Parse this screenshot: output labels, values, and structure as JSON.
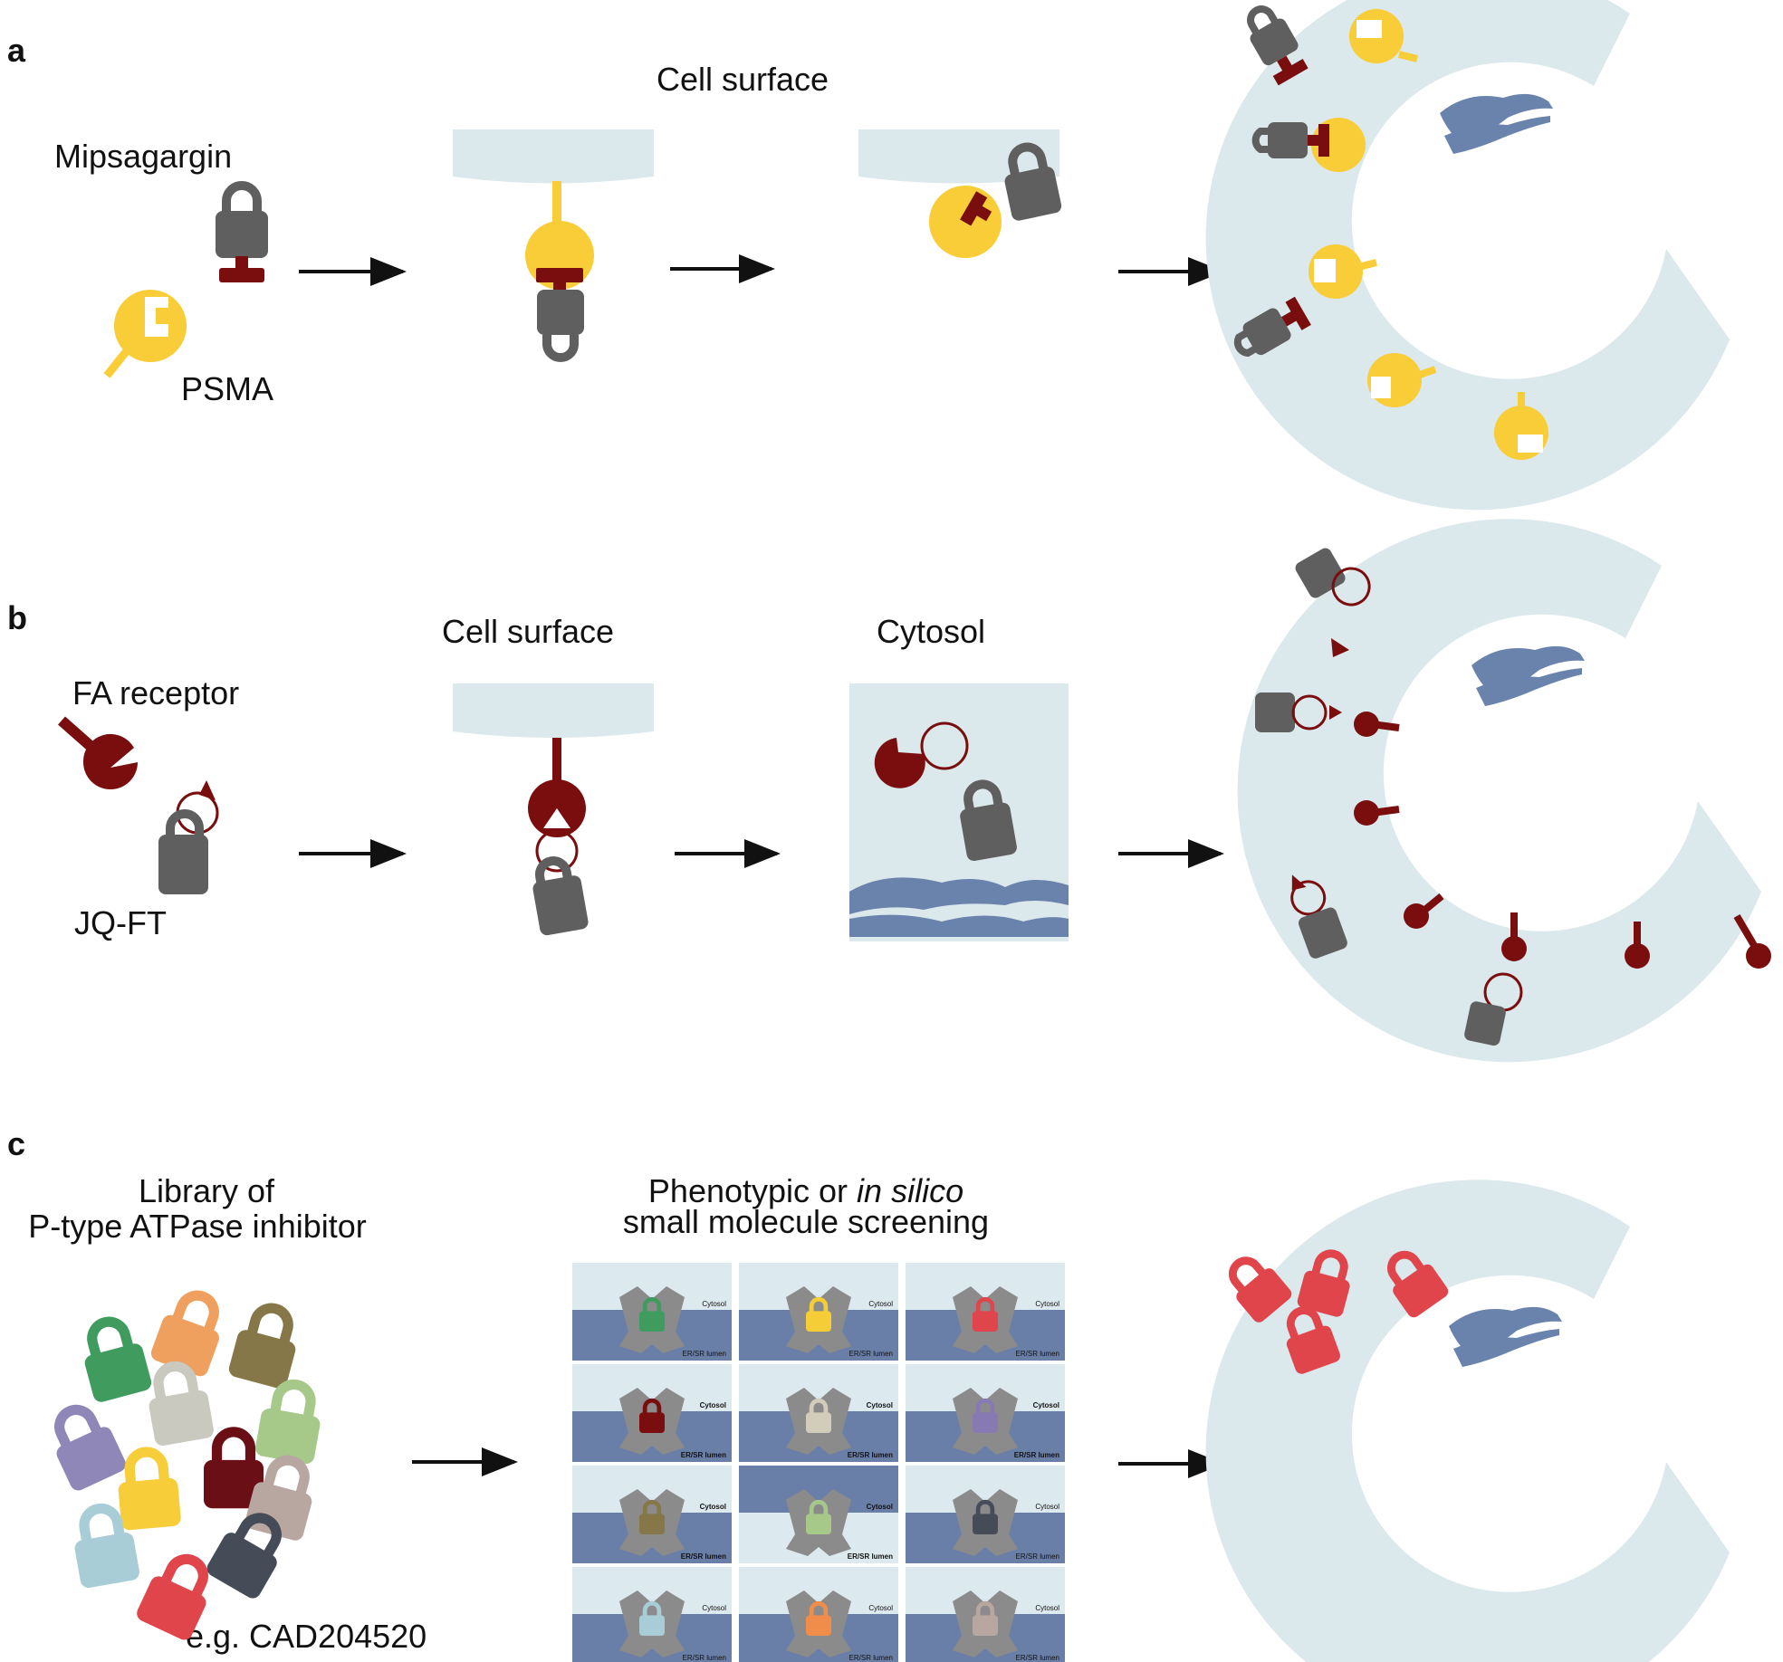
{
  "colors": {
    "lock_gray": "#5f5f5f",
    "psma_yellow": "#f9cd37",
    "mipsa_red": "#7a0e0e",
    "cell_pale": "#dbe8ec",
    "er_blue": "#6a83ad",
    "screen_bg": "#dce9ee",
    "screen_band": "#6a7fa8",
    "atpase_gray": "#8b8b8b"
  },
  "panel_a": {
    "letter": "a",
    "title": "Cell surface",
    "label_mipsagargin": "Mipsagargin",
    "label_psma": "PSMA"
  },
  "panel_b": {
    "letter": "b",
    "title_surface": "Cell surface",
    "title_cytosol": "Cytosol",
    "label_fa": "FA receptor",
    "label_jqft": "JQ-FT"
  },
  "panel_c": {
    "letter": "c",
    "library_line1": "Library of",
    "library_line2": "P-type ATPase inhibitor",
    "screen_line1_a": "Phenotypic or ",
    "screen_line1_b": "in silico",
    "screen_line2": "small molecule screening",
    "example": "e.g. CAD204520",
    "tile_cytosol": "Cytosol",
    "tile_lumen": "ER/SR lumen",
    "library_colors": [
      "#3f9c5e",
      "#f0a05e",
      "#857748",
      "#c9c9c0",
      "#a6c98a",
      "#8f87b8",
      "#f7cd3a",
      "#6b0f16",
      "#b8a6a0",
      "#a9cdd6",
      "#454c57",
      "#e0454b"
    ],
    "tile_colors": [
      "#3f9c5e",
      "#f5cd37",
      "#e0454b",
      "#7a0e0e",
      "#d2cdbb",
      "#8779b2",
      "#857748",
      "#a6c98a",
      "#454c57",
      "#a9cdd6",
      "#f08d4a",
      "#b8a6a0"
    ],
    "hit_color": "#e0454b"
  }
}
